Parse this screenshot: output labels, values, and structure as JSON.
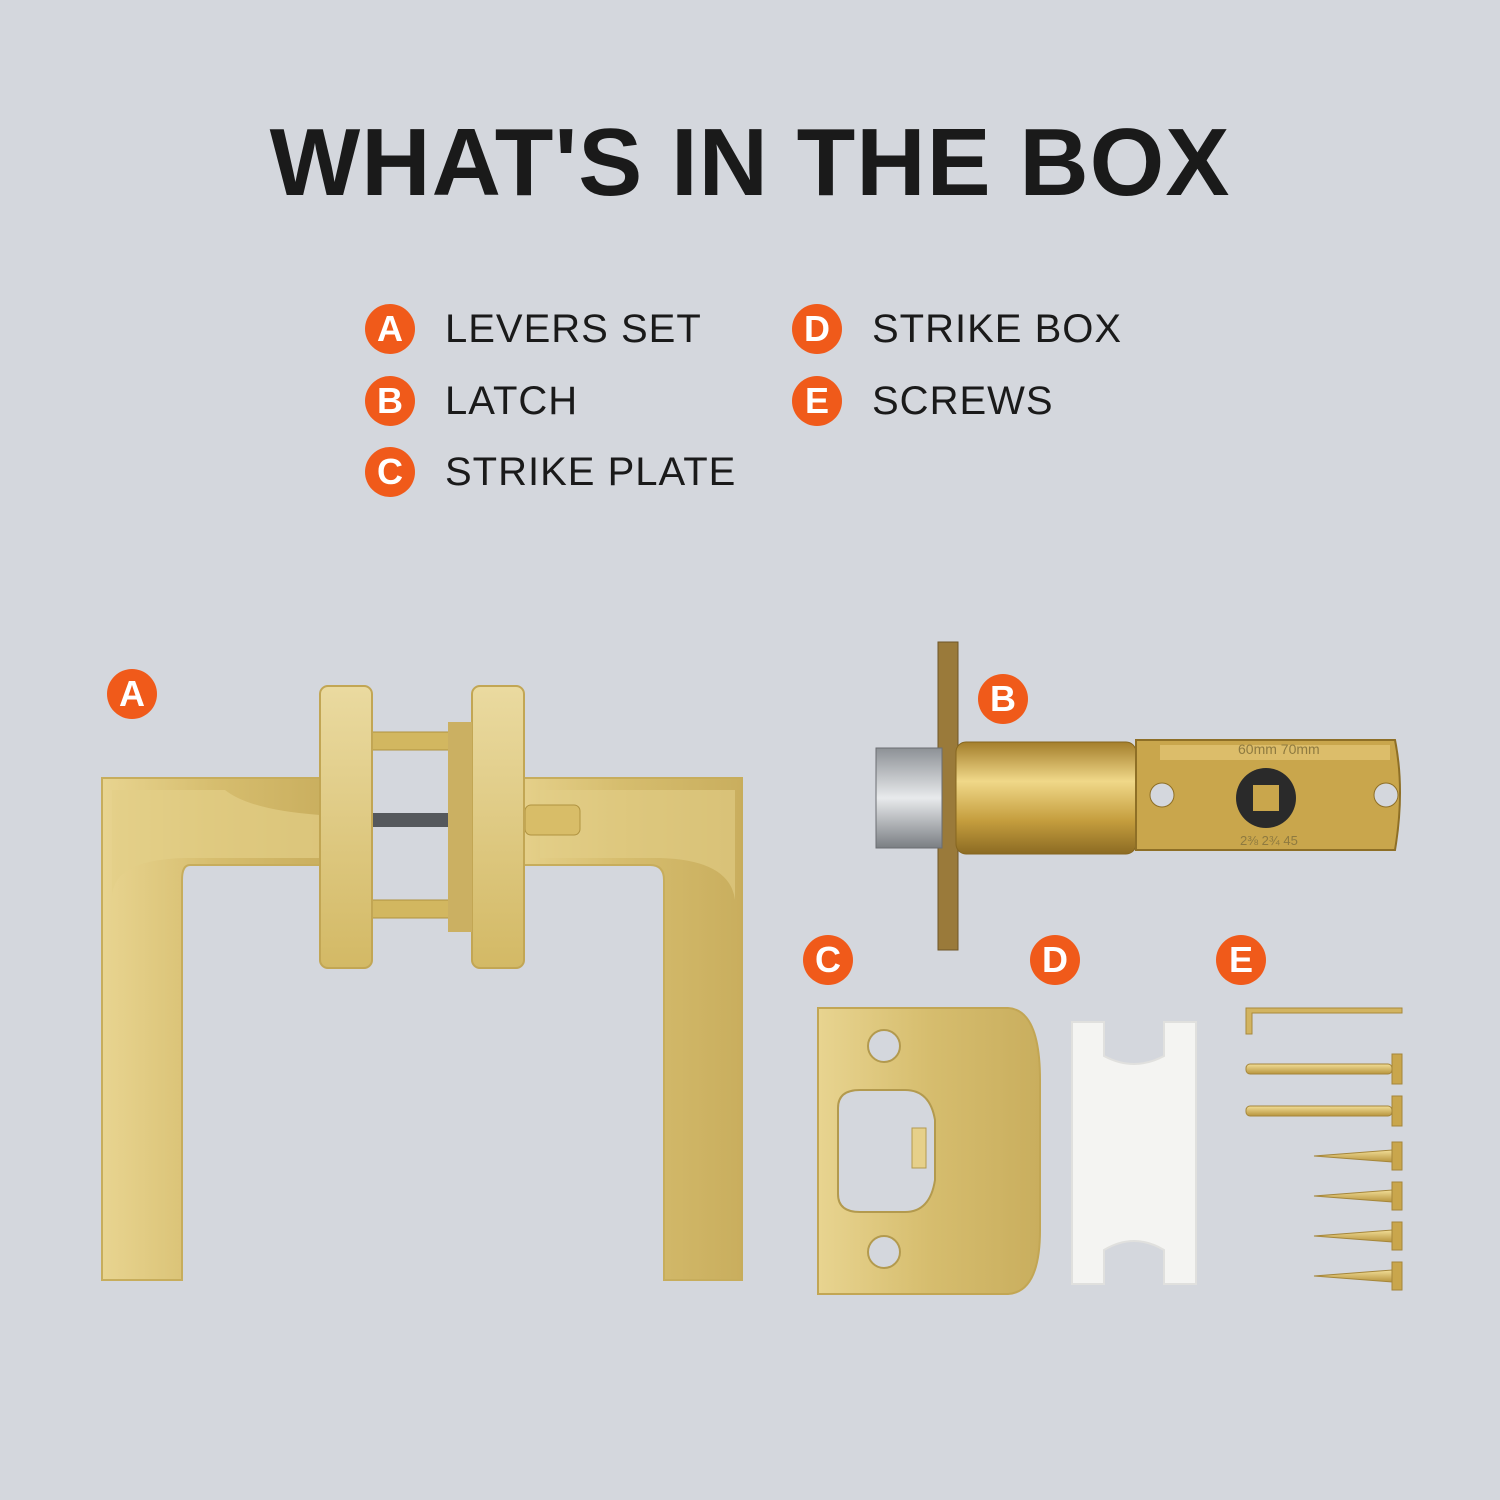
{
  "title": "WHAT'S IN THE BOX",
  "legend": [
    {
      "letter": "A",
      "label": "LEVERS SET"
    },
    {
      "letter": "B",
      "label": "LATCH"
    },
    {
      "letter": "C",
      "label": "STRIKE PLATE"
    },
    {
      "letter": "D",
      "label": "STRIKE BOX"
    },
    {
      "letter": "E",
      "label": "SCREWS"
    }
  ],
  "parts": {
    "a": "A",
    "b": "B",
    "c": "C",
    "d": "D",
    "e": "E"
  },
  "latch_markings": {
    "top": "60mm  70mm",
    "bottom": "2⅜   2¾  45"
  },
  "colors": {
    "background": "#d4d7dd",
    "badge": "#f05a1a",
    "brass": "#d9c27a",
    "latch_gold": "#c9a443"
  }
}
